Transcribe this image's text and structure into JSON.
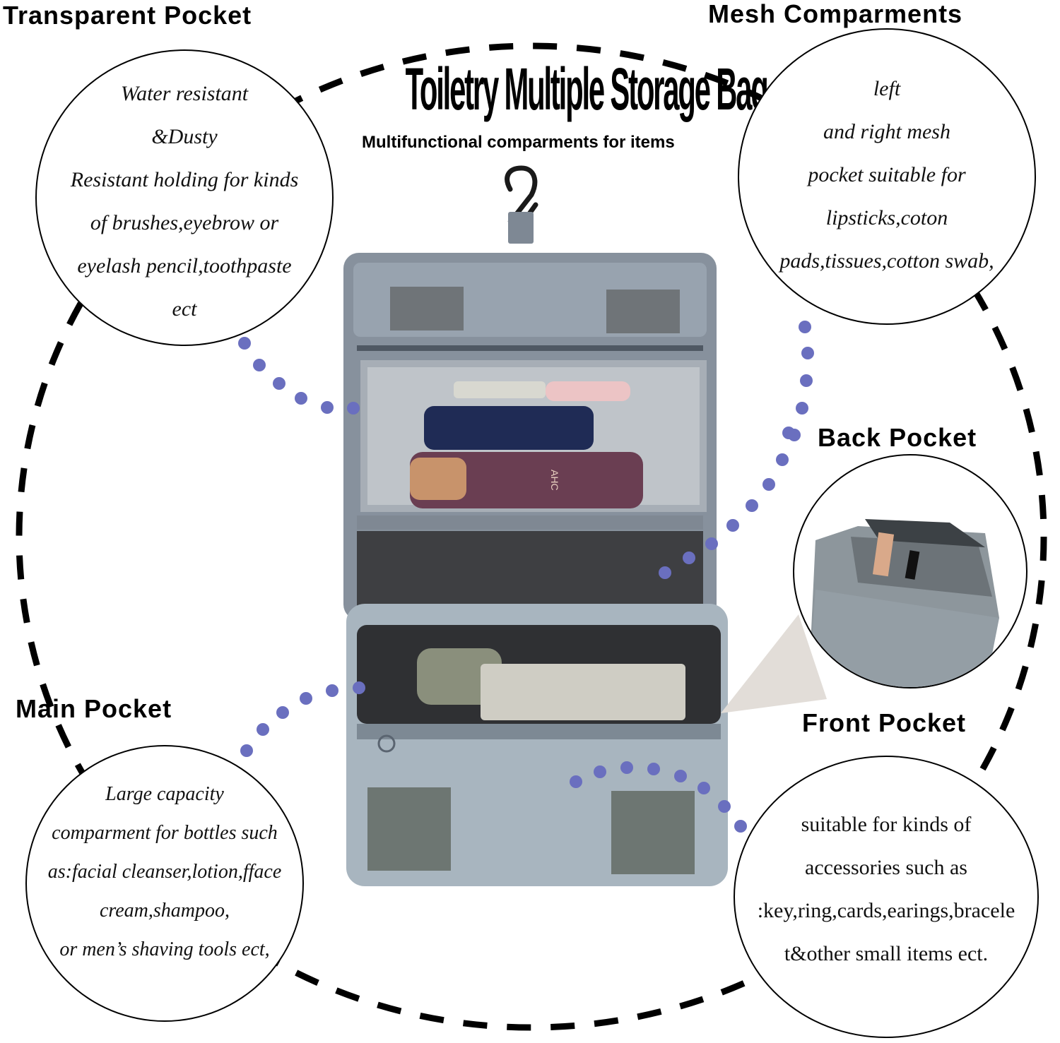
{
  "header": {
    "title": "Toiletry Multiple Storage Bag",
    "subtitle": "Multifunctional comparments for items"
  },
  "colors": {
    "connector_dot": "#6a6fbf",
    "dashed_ring": "#000000",
    "bag_gray": "#8c96a3",
    "bag_light": "#a9b6c0",
    "mesh": "#3a3a3a"
  },
  "sections": {
    "transparent_pocket": {
      "label": "Transparent Pocket",
      "lines": [
        "Water resistant",
        "&Dusty",
        "Resistant holding for kinds",
        "of  brushes,eyebrow or",
        "eyelash pencil,toothpaste",
        "ect"
      ]
    },
    "mesh_compartments": {
      "label": "Mesh Comparments",
      "lines": [
        "left",
        "and right mesh",
        "pocket suitable for",
        "lipsticks,coton",
        "pads,tissues,cotton swab,"
      ]
    },
    "back_pocket": {
      "label": "Back Pocket"
    },
    "main_pocket": {
      "label": "Main Pocket",
      "lines": [
        "Large capacity",
        "comparment for bottles such",
        "as:facial cleanser,lotion,fface",
        "cream,shampoo,",
        "or men’s shaving tools  ect,"
      ]
    },
    "front_pocket": {
      "label": "Front Pocket",
      "lines": [
        "suitable for kinds of",
        "accessories such as",
        ":key,ring,cards,earings,bracele",
        "t&other small items ect."
      ]
    }
  },
  "product_labels": {
    "tube_brand": "AHC"
  }
}
